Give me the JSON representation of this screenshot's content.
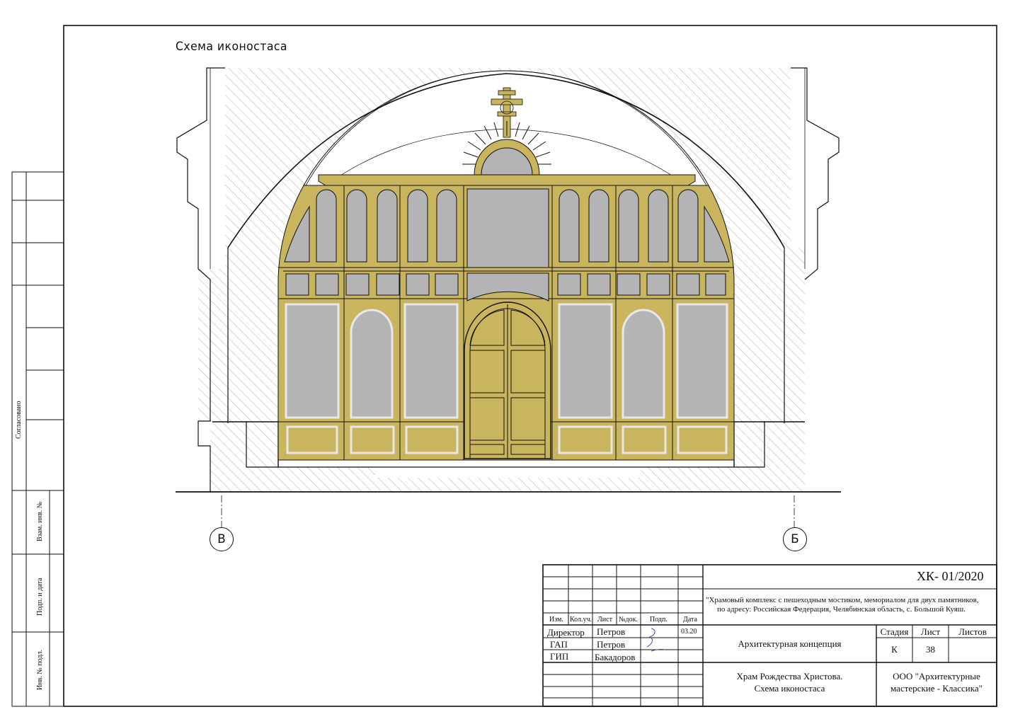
{
  "drawing": {
    "title": "Схема иконостаса",
    "axes": [
      "В",
      "Б"
    ],
    "colors": {
      "gold": "#C9B55D",
      "panel": "#B4B4B6",
      "line": "#111111",
      "hatch": "#9a9a9a"
    }
  },
  "side_stamp": {
    "agreed": "Согласовано",
    "replaced_inv": "Взам. инв. №",
    "sign_date": "Подп. и дата",
    "inv_orig": "Инв. № подл."
  },
  "title_block": {
    "code": "ХК- 01/2020",
    "project_line1": "\"Храмовый комплекс с пешеходным мостиком, мемориалом для двух памятников,",
    "project_line2": "по адресу: Российская Федерация, Челябинская область, с. Большой Куяш.",
    "headers": {
      "izm": "Изм.",
      "kol": "Кол.уч.",
      "list": "Лист",
      "ndoc": "№док.",
      "podp": "Подп.",
      "data": "Дата"
    },
    "staff": [
      {
        "role": "Директор",
        "name": "Петров",
        "date": "03.20"
      },
      {
        "role": "ГАП",
        "name": "Петров",
        "date": ""
      },
      {
        "role": "ГИП",
        "name": "Бакадоров",
        "date": ""
      }
    ],
    "section": "Архитектурная концепция",
    "stage_label": "Стадия",
    "sheet_label": "Лист",
    "sheets_label": "Листов",
    "stage": "К",
    "sheet": "38",
    "sheets": "",
    "sheet_title_line1": "Храм Рождества Христова.",
    "sheet_title_line2": "Схема иконостаса",
    "org_line1": "ООО \"Архитектурные",
    "org_line2": "мастерские - Классика\""
  }
}
